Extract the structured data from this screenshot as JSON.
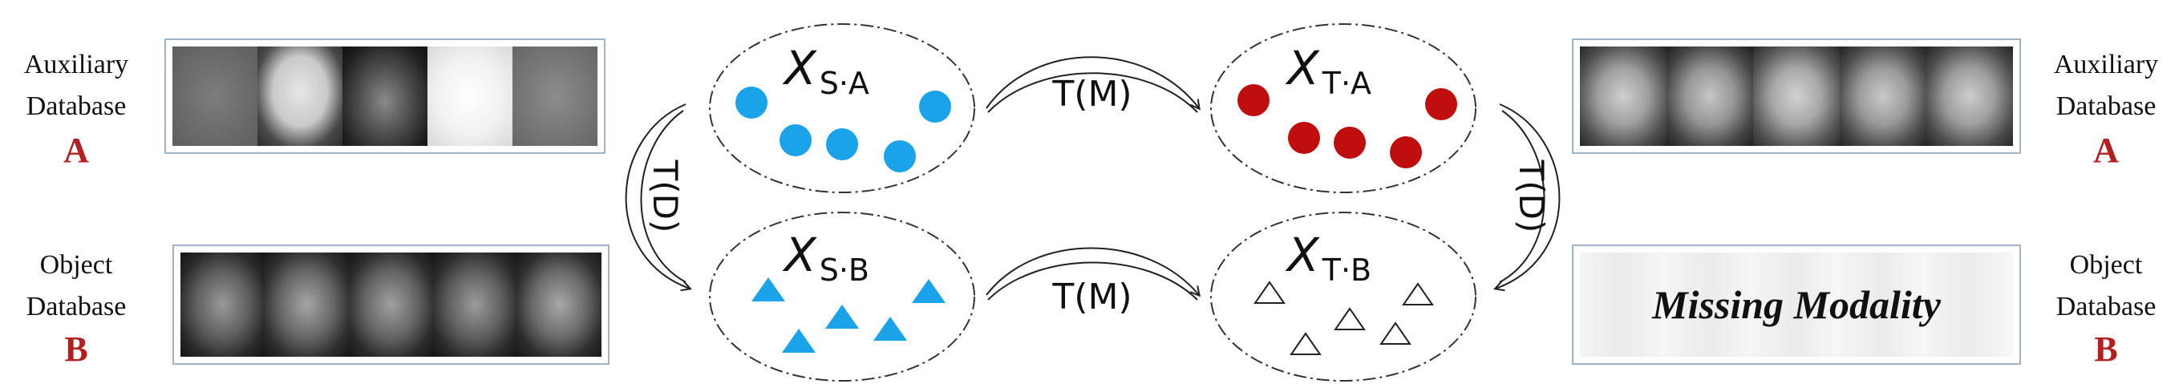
{
  "left": {
    "auxiliary_label": [
      "Auxiliary",
      "Database"
    ],
    "auxiliary_letter": "A",
    "object_label": [
      "Object",
      "Database"
    ],
    "object_letter": "B"
  },
  "right": {
    "auxiliary_label": [
      "Auxiliary",
      "Database"
    ],
    "auxiliary_letter": "A",
    "object_label": [
      "Object",
      "Database"
    ],
    "object_letter": "B",
    "missing_text": "Missing Modality"
  },
  "sets": {
    "source_aux": {
      "var": "X",
      "sub": "S·A"
    },
    "source_obj": {
      "var": "X",
      "sub": "S·B"
    },
    "target_aux": {
      "var": "X",
      "sub": "T·A"
    },
    "target_obj": {
      "var": "X",
      "sub": "T·B"
    }
  },
  "transfers": {
    "modality": "T(M)",
    "database": "T(D)"
  },
  "colors": {
    "source_marks": "#1aa3e8",
    "target_aux_marks": "#c00d0d",
    "letter": "#b51f1f",
    "panel_border": "#9fb3c9"
  }
}
